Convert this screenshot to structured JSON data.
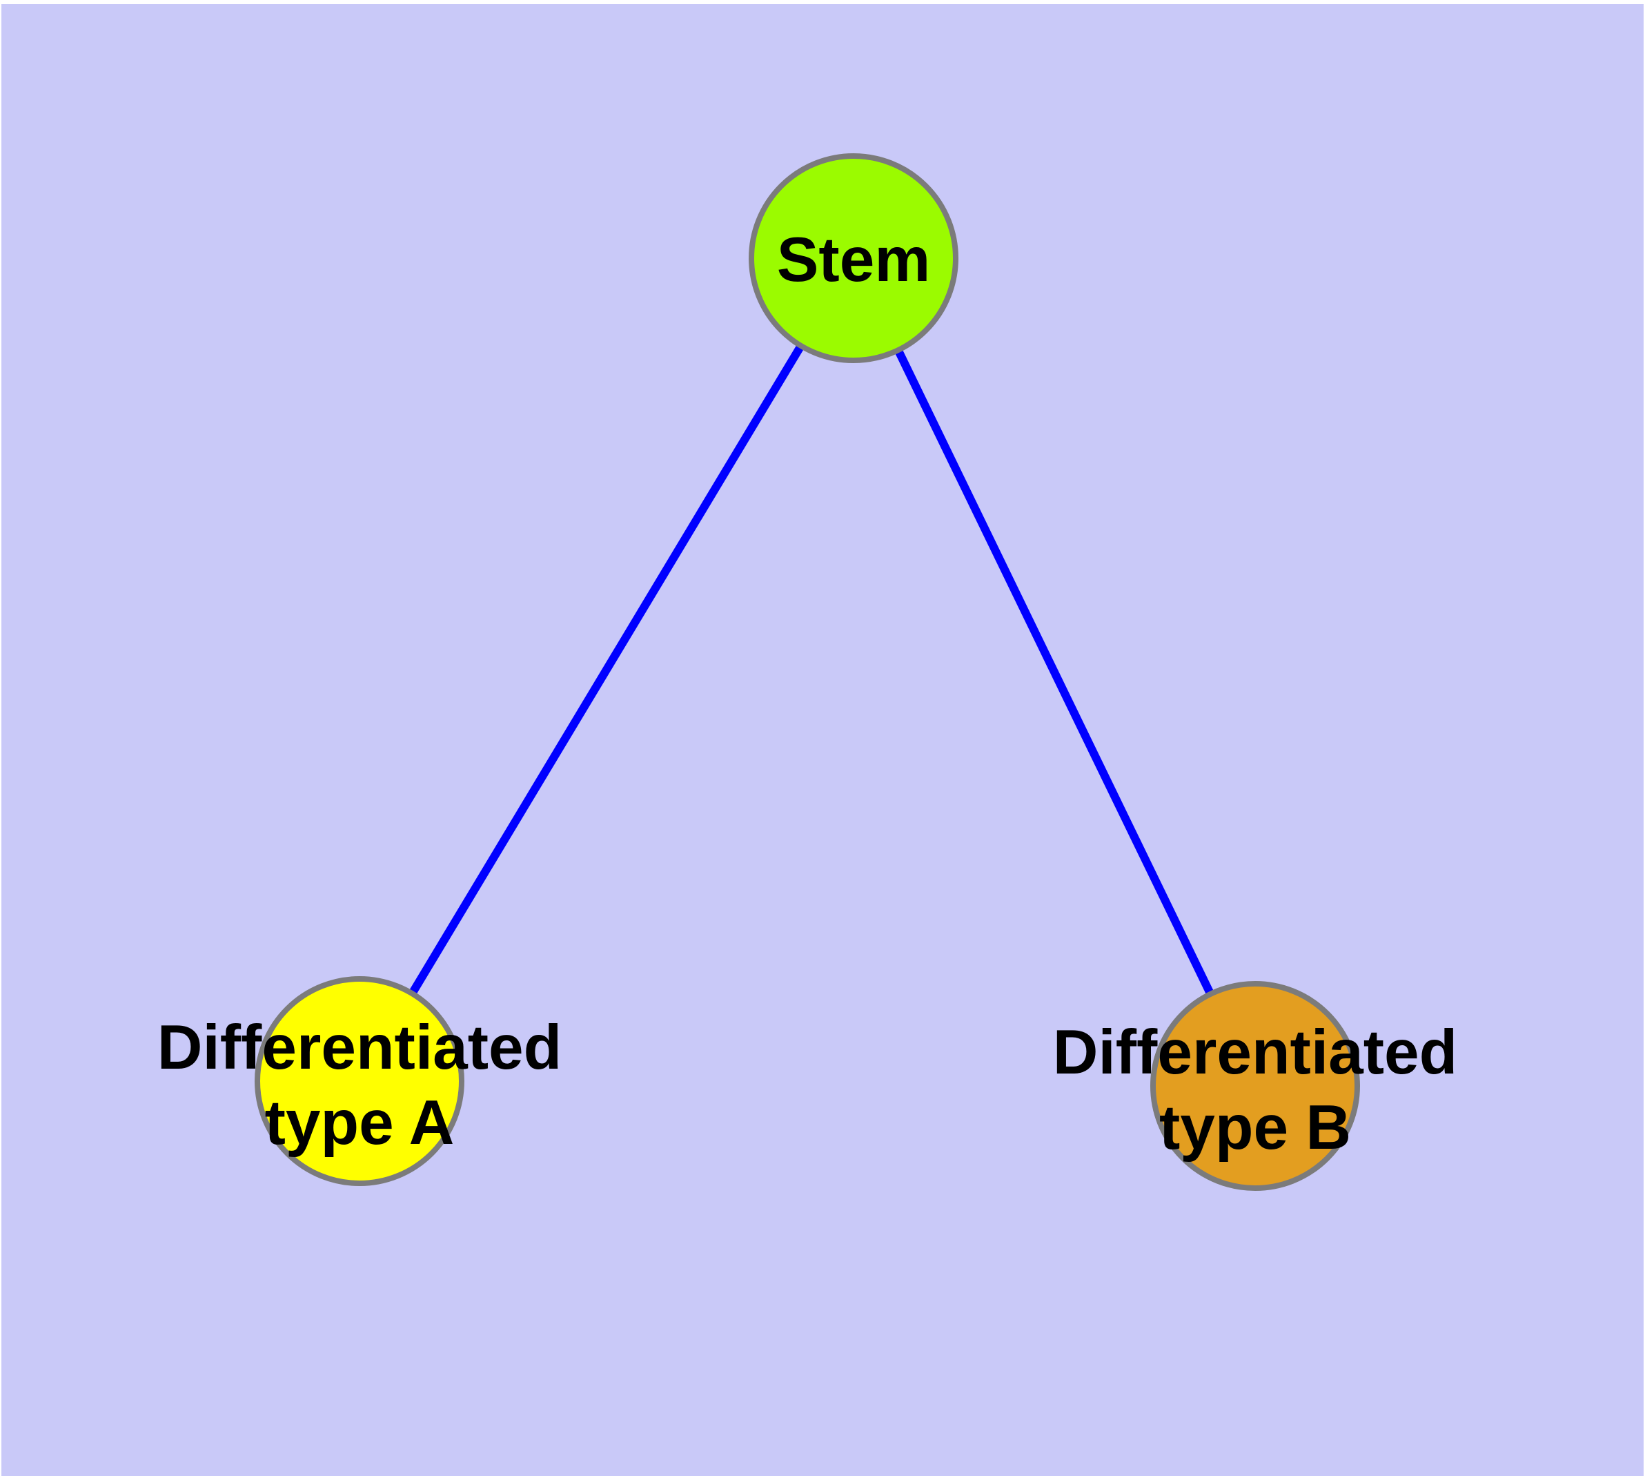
{
  "diagram": {
    "type": "graph",
    "page_color": "#ffffff",
    "background_color": "#c9c9f8",
    "edge_color": "#0000ff",
    "node_border_color": "#7b7b7b",
    "label_color": "#000000",
    "nodes": [
      {
        "id": "stem",
        "label": "Stem",
        "color": "#9bfb00"
      },
      {
        "id": "differentiated-type-a",
        "label": "Differentiated type A",
        "label_line1": "Differentiated",
        "label_line2": "type A",
        "color": "#ffff00"
      },
      {
        "id": "differentiated-type-b",
        "label": "Differentiated type B",
        "label_line1": "Differentiated",
        "label_line2": "type B",
        "color": "#e39e20"
      }
    ],
    "edges": [
      {
        "from": "Stem",
        "to": "Differentiated type A"
      },
      {
        "from": "Stem",
        "to": "Differentiated type B"
      }
    ]
  }
}
